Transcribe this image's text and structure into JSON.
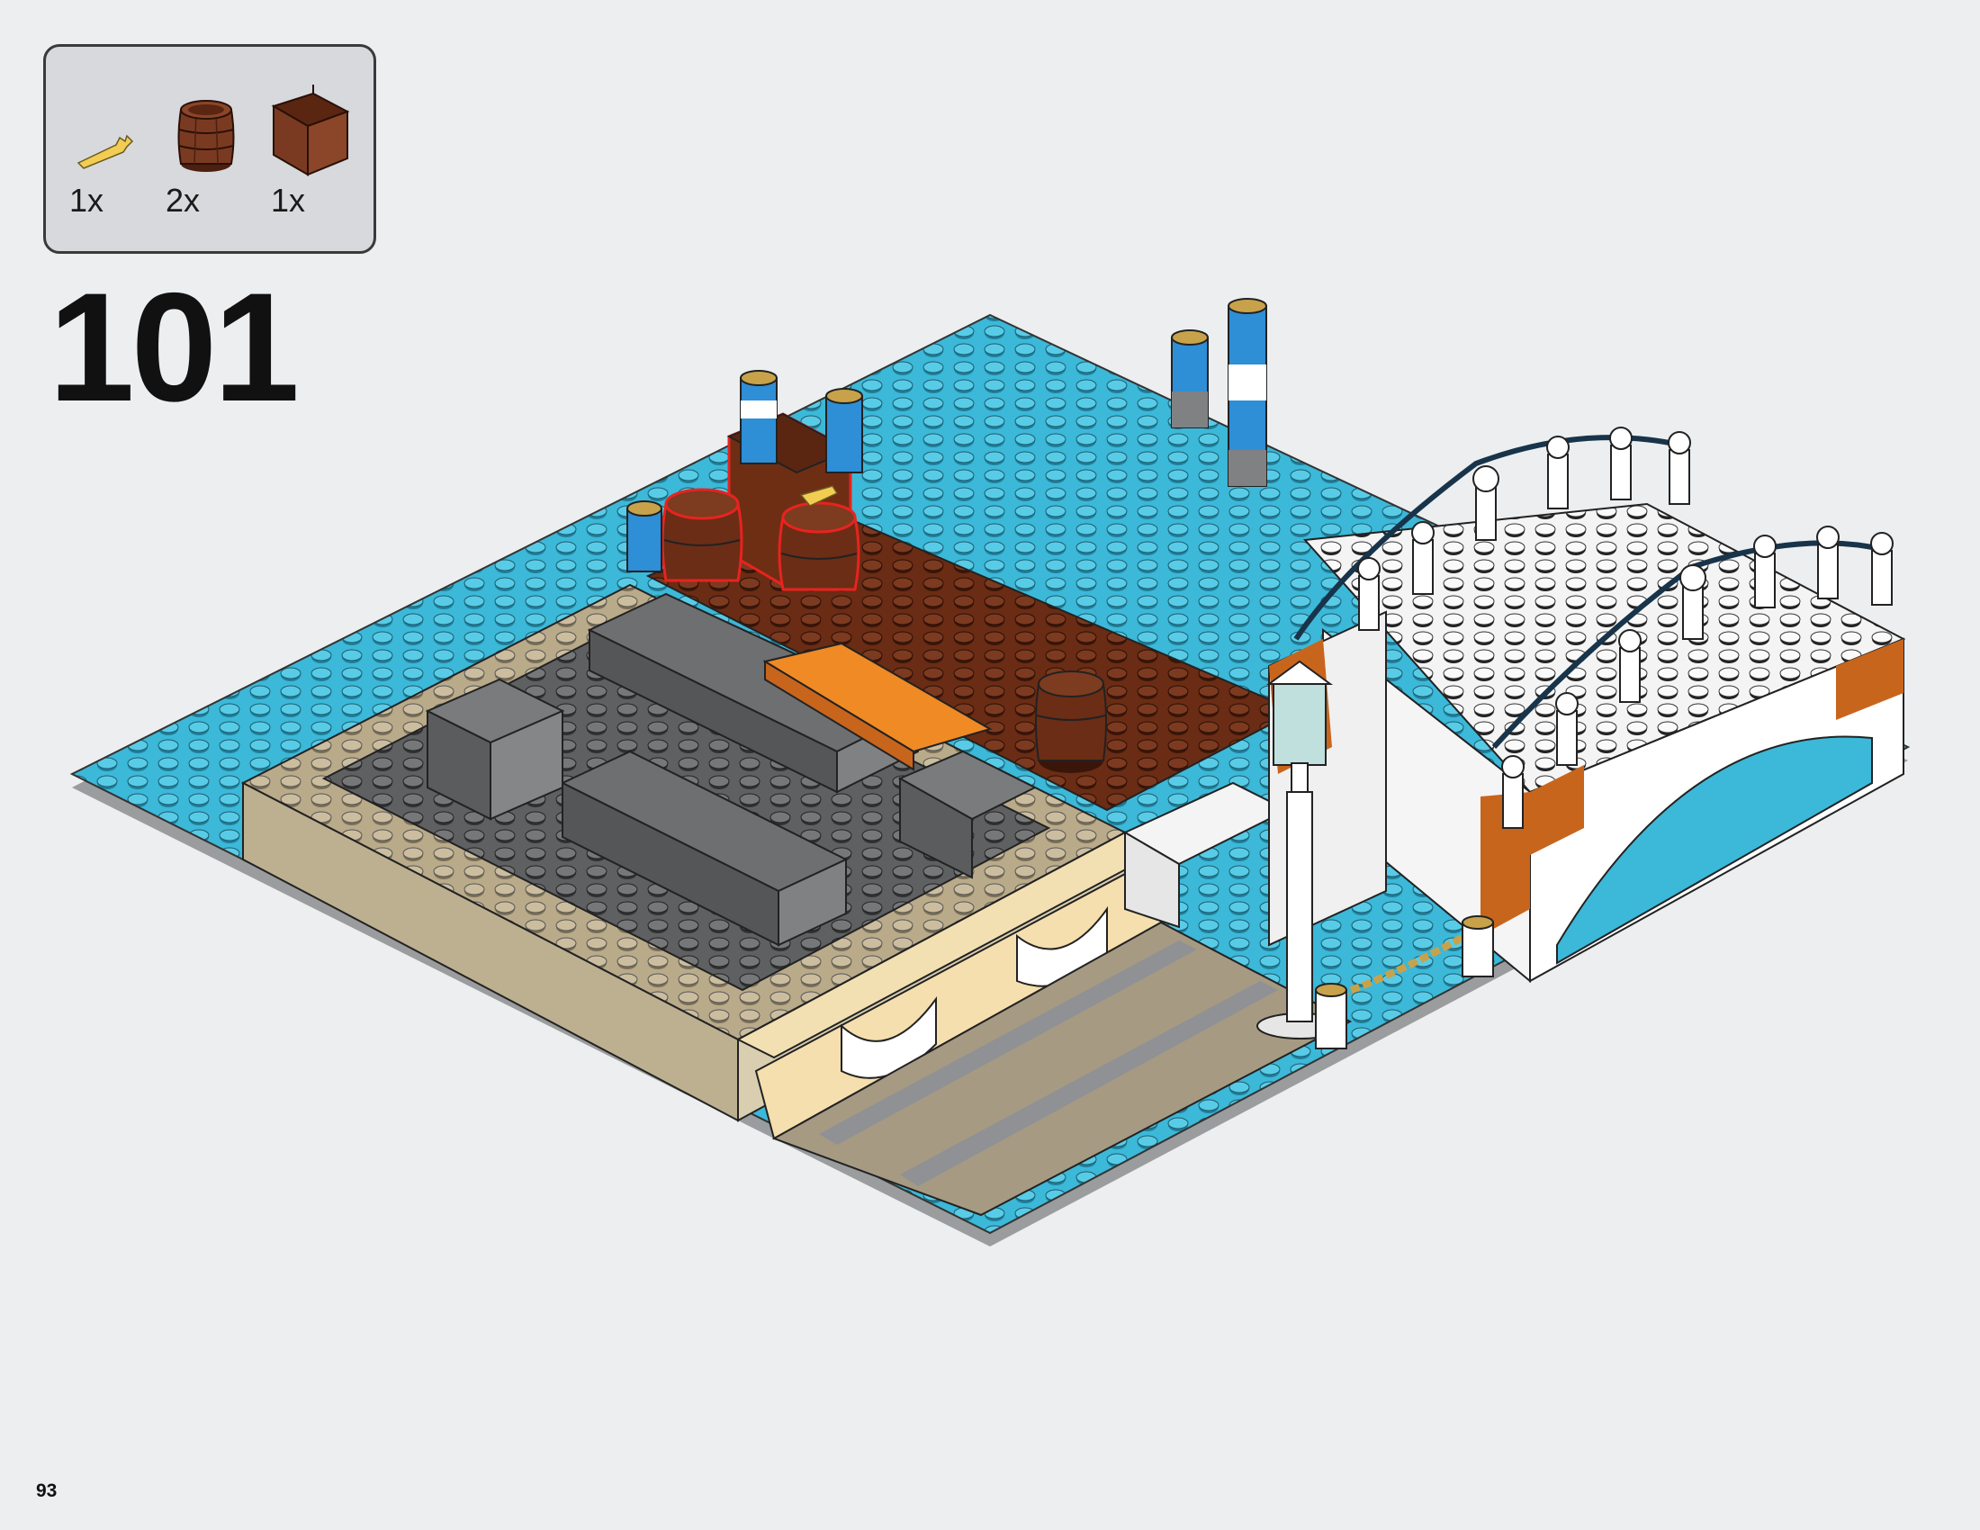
{
  "step": {
    "number": "101"
  },
  "page": {
    "number": "93"
  },
  "parts_callout": {
    "parts": [
      {
        "name": "yellow-bone-piece",
        "quantity": "1x",
        "color": "#f2cd52"
      },
      {
        "name": "reddish-brown-barrel",
        "quantity": "2x",
        "color": "#7a3a22"
      },
      {
        "name": "reddish-brown-crate",
        "quantity": "1x",
        "color": "#7a3a22"
      }
    ]
  },
  "colors": {
    "page_background": "#eceef0",
    "callout_background": "#d7d9dc",
    "water_blue": "#3cb8d8",
    "dark_gray": "#6b6c6c",
    "tan": "#c7b89a",
    "reddish_brown": "#6e2e14",
    "highlight_red": "#e8231f",
    "white": "#ffffff",
    "dark_orange": "#c8651d",
    "orange": "#f08a25"
  }
}
